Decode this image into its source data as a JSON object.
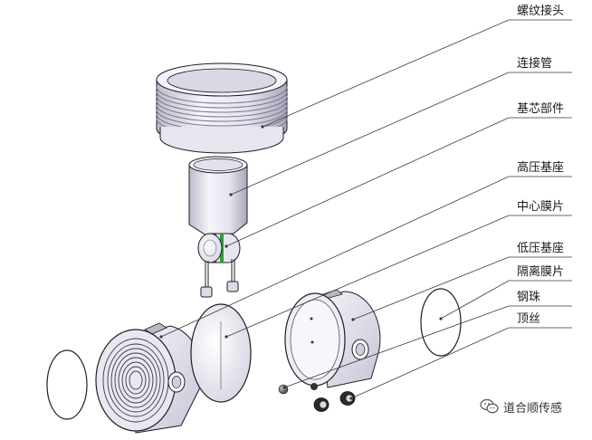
{
  "labels": {
    "screw_joint": "螺纹接头",
    "connecting_tube": "连接管",
    "core_part": "基芯部件",
    "high_pressure_base": "高压基座",
    "center_diaphragm": "中心膜片",
    "low_pressure_base": "低压基座",
    "isolation_diaphragm": "隔离膜片",
    "steel_ball": "钢珠",
    "set_screw": "顶丝"
  },
  "watermark": {
    "text": "道合顺传感",
    "icon": "wechat-icon"
  },
  "colors": {
    "part_fill": "#ecebf3",
    "part_shade": "#bdbccc",
    "outline": "#1e1e28",
    "leader": "#3a3a3a",
    "o_ring": "#2e9e3e",
    "screw": "#2a2a2a"
  }
}
